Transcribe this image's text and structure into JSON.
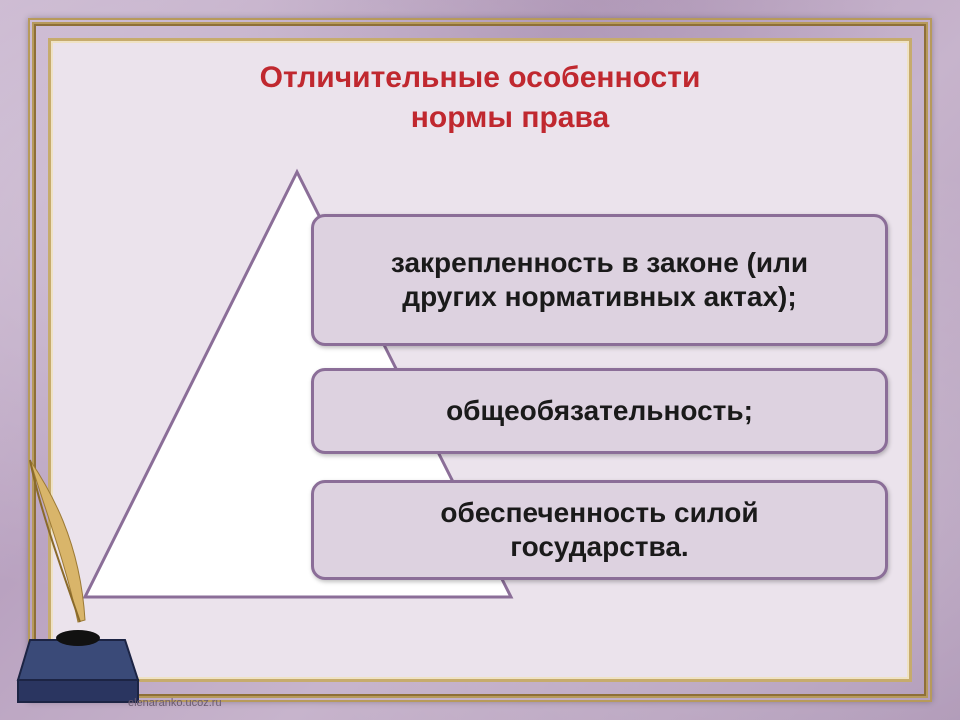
{
  "slide": {
    "title_line1": "Отличительные особенности",
    "title_line2": "нормы права",
    "items": [
      "закрепленность в законе (или других нормативных актах);",
      "общеобязательность;",
      "обеспеченность силой государства."
    ],
    "footer": "elenaranko.ucoz.ru"
  },
  "colors": {
    "title": "#c0282f",
    "box_fill": "#ddd2e0",
    "box_border": "#8b6e98",
    "frame_gold": "#c6ab6d"
  }
}
